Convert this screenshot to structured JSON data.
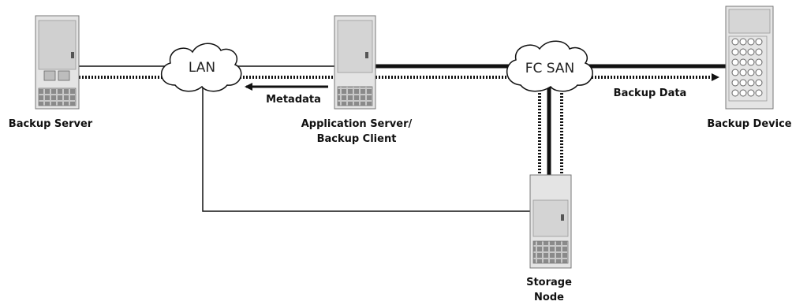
{
  "nodes": {
    "backup_server": {
      "label": "Backup Server"
    },
    "app_server": {
      "label_line1": "Application Server/",
      "label_line2": "Backup Client"
    },
    "backup_device": {
      "label": "Backup Device"
    },
    "storage_node": {
      "label_line1": "Storage",
      "label_line2": "Node"
    }
  },
  "clouds": {
    "lan": {
      "label": "LAN"
    },
    "fc_san": {
      "label": "FC SAN"
    }
  },
  "flows": {
    "metadata": {
      "label": "Metadata"
    },
    "backup_data": {
      "label": "Backup Data"
    }
  },
  "colors": {
    "line": "#111111",
    "server_fill": "#d6d6d6",
    "server_dark": "#9a9a9a"
  }
}
